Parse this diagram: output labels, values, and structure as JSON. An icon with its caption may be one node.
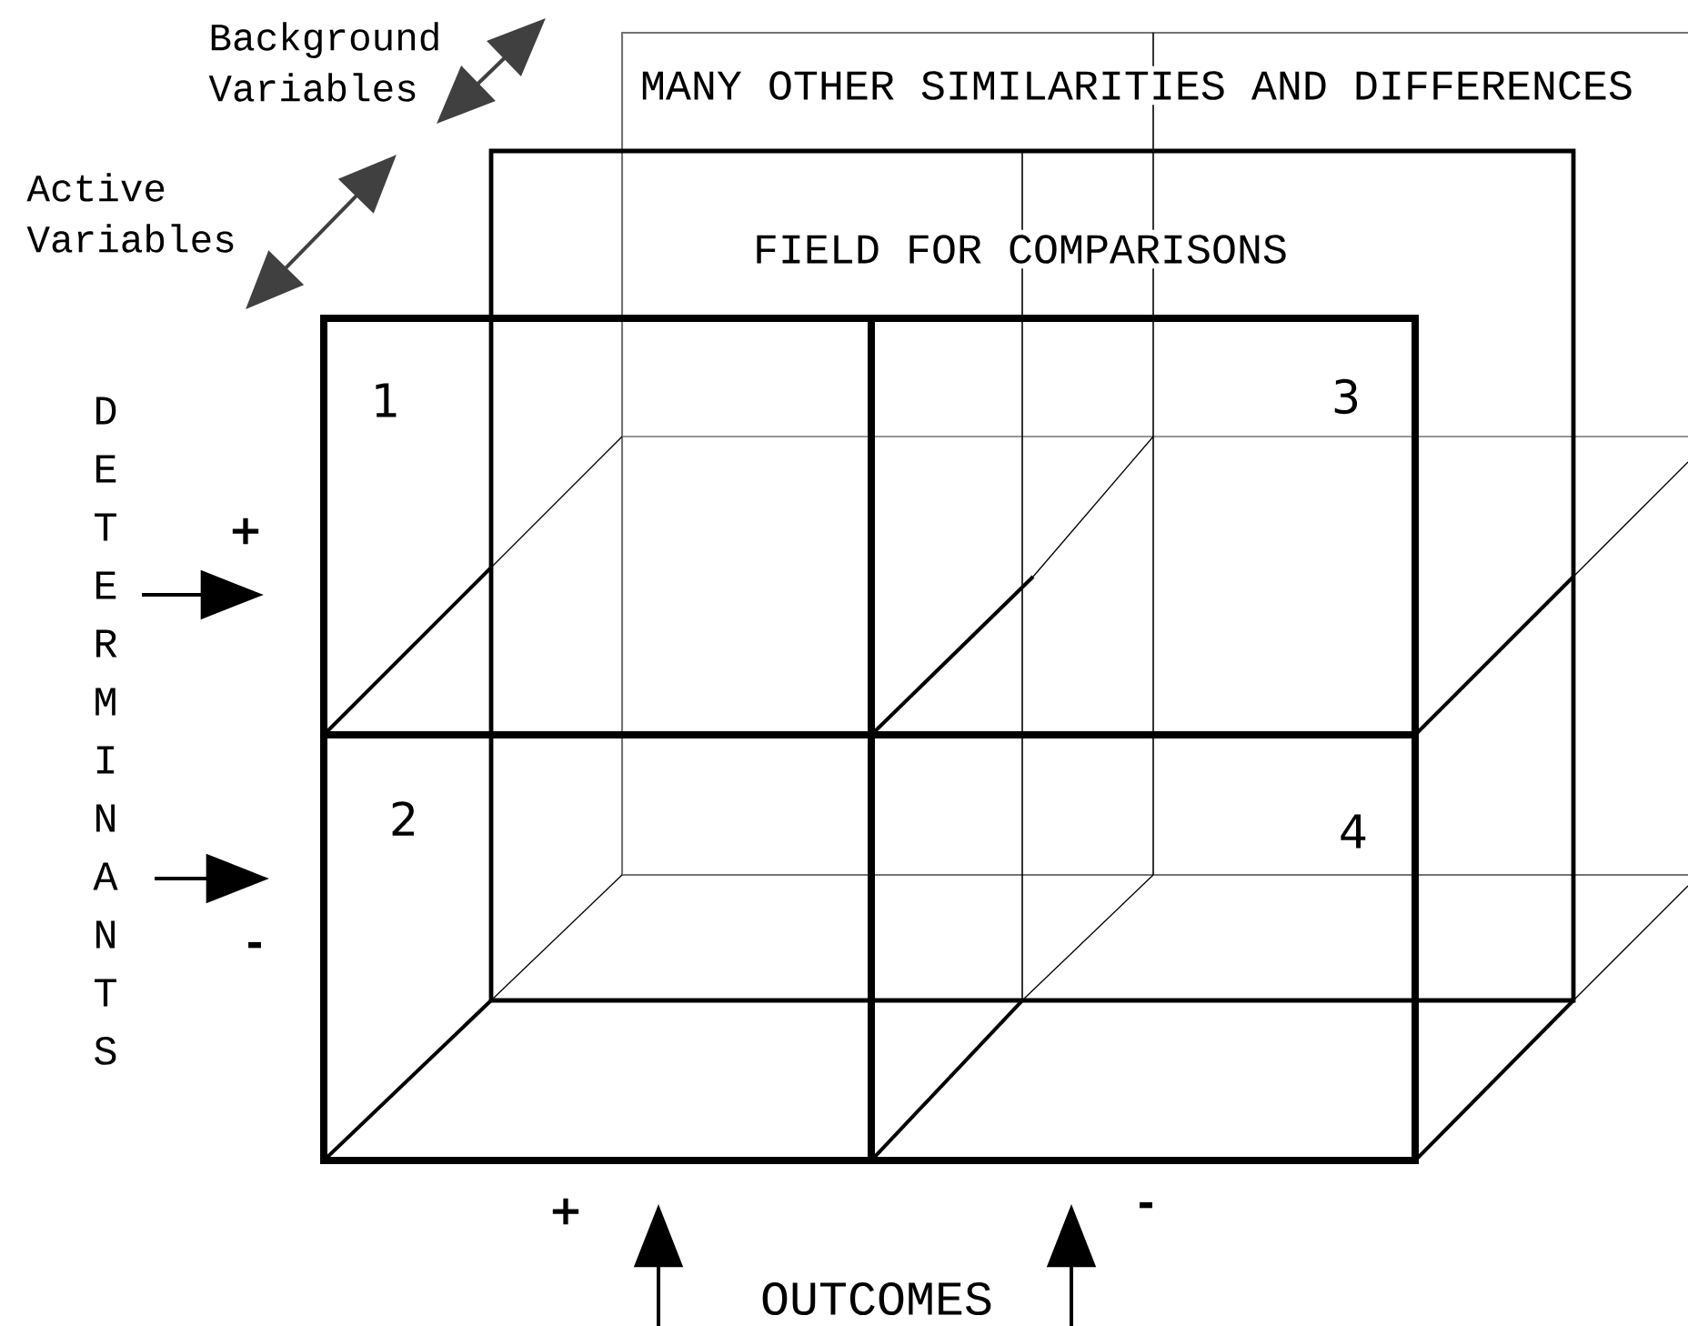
{
  "diagram": {
    "labels": [
      "Background Variables",
      "MANY OTHER SIMILARITIES AND DIFFERENCES",
      "Active Variables",
      "FIELD FOR COMPARISONS",
      "DETERMINANTS",
      "1",
      "3",
      "+",
      "2",
      "4",
      "-",
      "+",
      "-",
      "OUTCOMES"
    ]
  }
}
